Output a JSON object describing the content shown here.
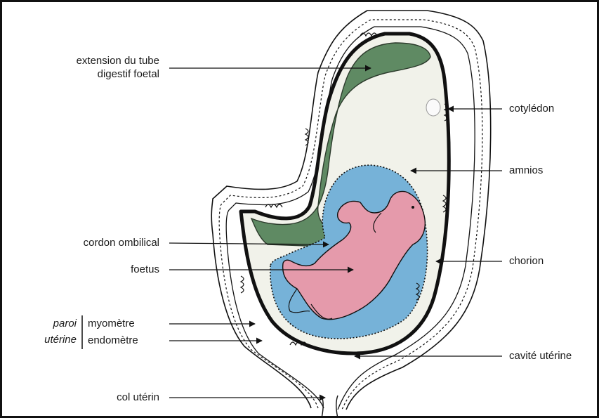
{
  "labels": {
    "extension_line1": "extension du tube",
    "extension_line2": "digestif foetal",
    "cordon": "cordon ombilical",
    "foetus": "foetus",
    "paroi": "paroi",
    "uterine": "utérine",
    "myometre": "myomètre",
    "endometre": "endomètre",
    "col": "col utérin",
    "cotyledon": "cotylédon",
    "amnios": "amnios",
    "chorion": "chorion",
    "cavite": "cavité utérine"
  },
  "colors": {
    "digestive_tube": "#5f8a63",
    "amnion_fluid": "#76b2d8",
    "foetus_skin": "#e59aab",
    "uterine_cavity": "#f1f2ea",
    "outline": "#111111"
  }
}
